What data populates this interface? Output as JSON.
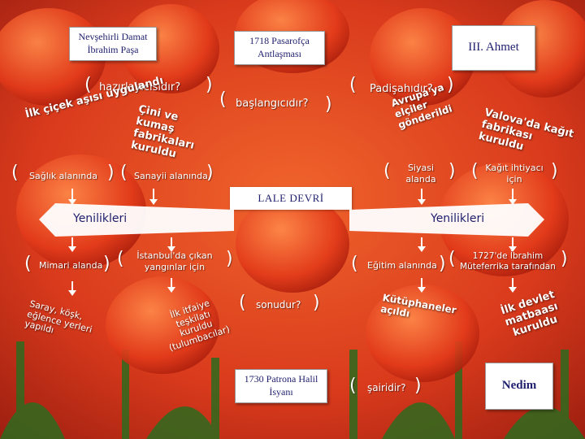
{
  "colors": {
    "box_text": "#1e1e6e",
    "annotation_text": "#ffffff",
    "background": "#d93a1c"
  },
  "center": {
    "title": "LALE DEVRİ"
  },
  "left": {
    "person": "Nevşehirli Damat İbrahim Paşa",
    "question": "hazırlayıcısıdır?",
    "notes": [
      "İlk çiçek aşısı uygulandı",
      "Çini ve kumaş fabrikaları kuruldu"
    ],
    "fields": [
      "Sağlık alanında",
      "Sanayii alanında"
    ],
    "innovations": "Yenilikleri",
    "sub_fields": [
      "Mimari alanda",
      "İstanbul'da çıkan yangınlar için"
    ],
    "sub_notes": [
      "Saray, köşk, eğlence yerleri yapıldı",
      "İlk itfaiye teşkilatı kuruldu (tulumbacılar)"
    ]
  },
  "middle": {
    "event": "1718 Pasarofça Antlaşması",
    "question": "başlangıcıdır?",
    "end_question": "sonudur?",
    "end_event": "1730 Patrona Halil İsyanı"
  },
  "right": {
    "sultan": "III. Ahmet",
    "question": "Padişahıdır?",
    "notes": [
      "Avrupa'ya elçiler gönderildi",
      "Valova'da kağıt fabrikası kuruldu"
    ],
    "fields": [
      "Siyasi alanda",
      "Kağıt ihtiyacı için"
    ],
    "innovations": "Yenilikleri",
    "sub_fields": [
      "Eğitim alanında",
      "1727'de İbrahim Müteferrika tarafından"
    ],
    "sub_notes": [
      "Kütüphaneler açıldı",
      "İlk devlet matbaası kuruldu"
    ],
    "poet_question": "şairidir?",
    "poet": "Nedim"
  }
}
